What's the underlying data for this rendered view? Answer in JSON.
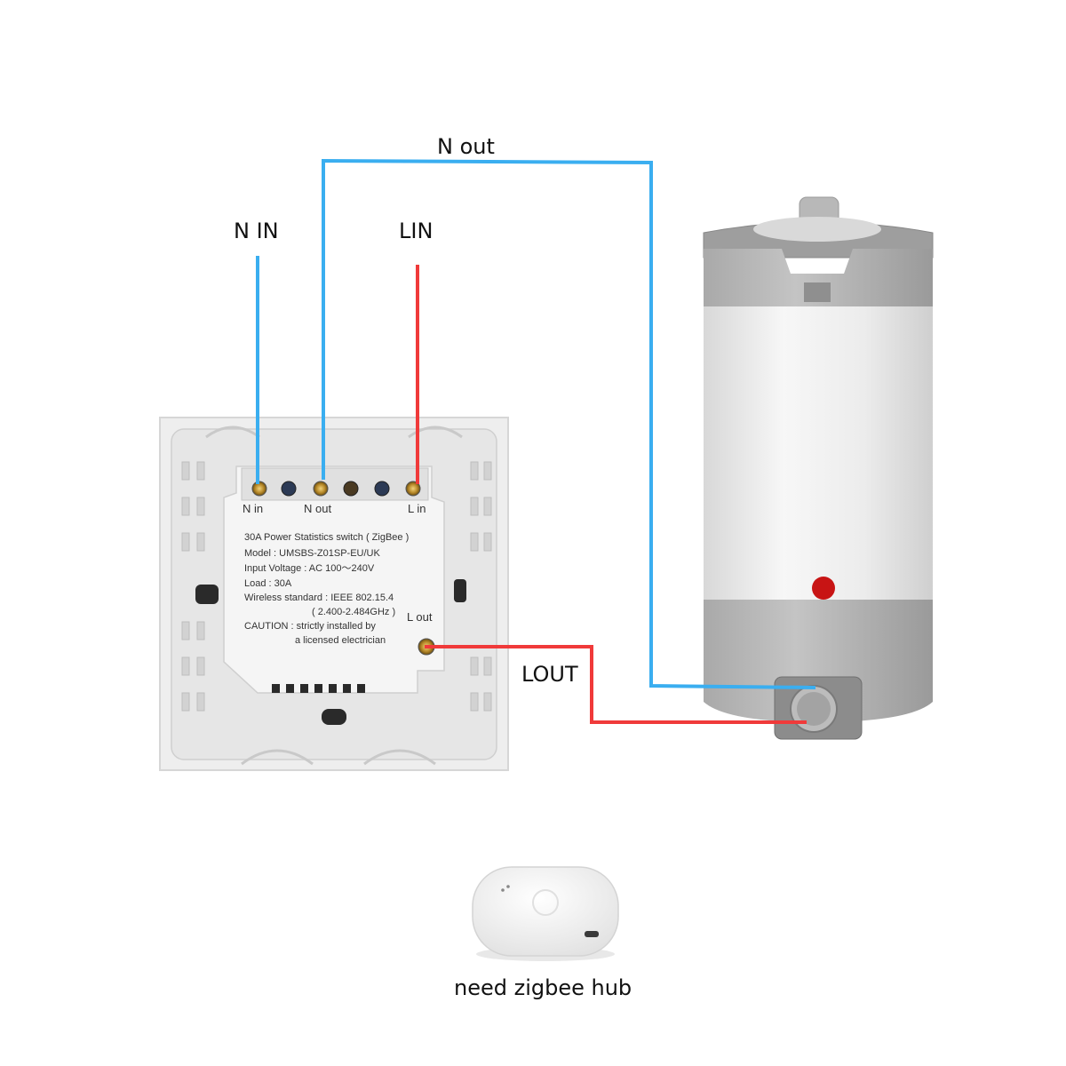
{
  "colors": {
    "neutral_wire": "#3aaef0",
    "live_wire": "#f03a3a",
    "indicator": "#c81414"
  },
  "labels": {
    "n_out": "N out",
    "n_in": "N IN",
    "l_in": "LIN",
    "l_out": "LOUT"
  },
  "switch": {
    "terminals": {
      "n_in": "N in",
      "n_out": "N out",
      "l_in": "L in",
      "l_out": "L out"
    },
    "specs": [
      "30A Power Statistics switch ( ZigBee )",
      "Model : UMSBS-Z01SP-EU/UK",
      "Input Voltage : AC 100～240V",
      "Load : 30A",
      "Wireless standard : IEEE 802.15.4",
      "( 2.400-2.484GHz )",
      "CAUTION : strictly installed by",
      "a licensed electrician"
    ]
  },
  "hub": {
    "caption": "need zigbee hub"
  }
}
